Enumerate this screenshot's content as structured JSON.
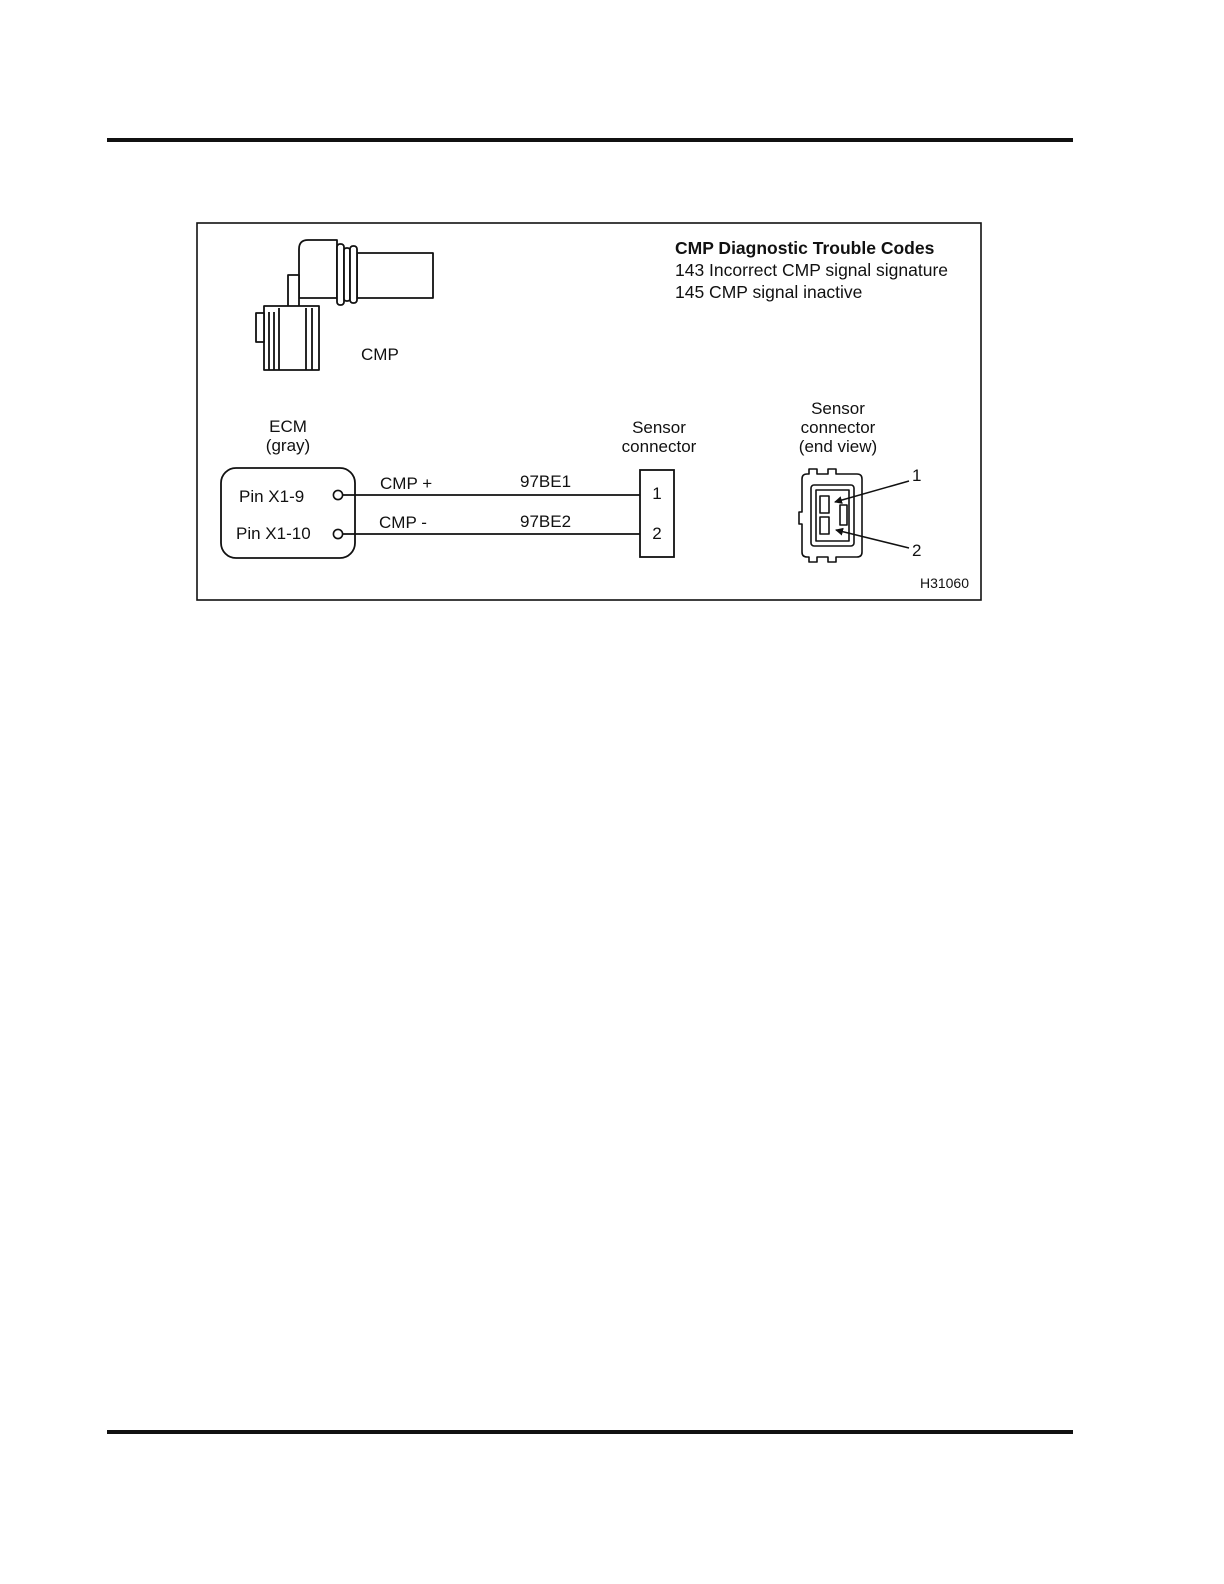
{
  "figure": {
    "legend": {
      "heading": "CMP Diagnostic Trouble Codes",
      "codes": [
        "143 Incorrect CMP signal signature",
        "145 CMP signal inactive"
      ]
    },
    "sensor_label": "CMP",
    "ecm": {
      "title_line1": "ECM",
      "title_line2": "(gray)",
      "pins": [
        "Pin X1-9",
        "Pin X1-10"
      ]
    },
    "wires": [
      {
        "signal": "CMP +",
        "circuit": "97BE1"
      },
      {
        "signal": "CMP -",
        "circuit": "97BE2"
      }
    ],
    "sensor_connector": {
      "title_line1": "Sensor",
      "title_line2": "connector",
      "pins": [
        "1",
        "2"
      ]
    },
    "end_view": {
      "title_line1": "Sensor",
      "title_line2": "connector",
      "title_line3": "(end view)",
      "callouts": [
        "1",
        "2"
      ]
    },
    "figure_id": "H31060"
  }
}
